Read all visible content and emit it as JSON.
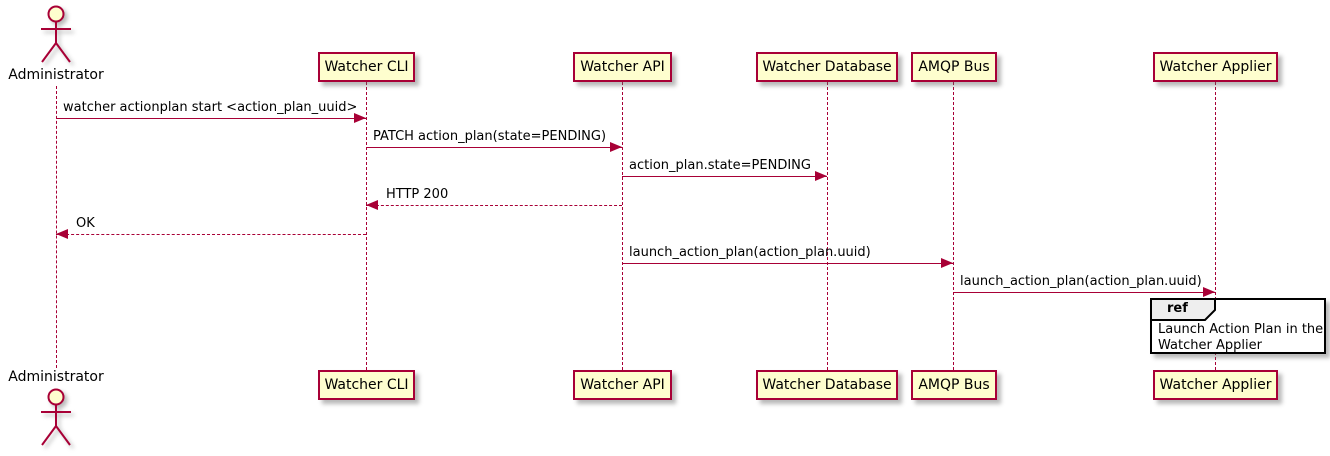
{
  "diagram_type": "sequence",
  "actor": {
    "name": "Administrator"
  },
  "participants": [
    {
      "label": "Watcher CLI"
    },
    {
      "label": "Watcher API"
    },
    {
      "label": "Watcher Database"
    },
    {
      "label": "AMQP Bus"
    },
    {
      "label": "Watcher Applier"
    }
  ],
  "messages": [
    {
      "label": "watcher actionplan start <action_plan_uuid>",
      "from": "Administrator",
      "to": "Watcher CLI",
      "line": "solid"
    },
    {
      "label": "PATCH action_plan(state=PENDING)",
      "from": "Watcher CLI",
      "to": "Watcher API",
      "line": "solid"
    },
    {
      "label": "action_plan.state=PENDING",
      "from": "Watcher API",
      "to": "Watcher Database",
      "line": "solid"
    },
    {
      "label": "HTTP 200",
      "from": "Watcher API",
      "to": "Watcher CLI",
      "line": "dashed"
    },
    {
      "label": "OK",
      "from": "Watcher CLI",
      "to": "Administrator",
      "line": "dashed"
    },
    {
      "label": "launch_action_plan(action_plan.uuid)",
      "from": "Watcher API",
      "to": "AMQP Bus",
      "line": "solid"
    },
    {
      "label": "launch_action_plan(action_plan.uuid)",
      "from": "AMQP Bus",
      "to": "Watcher Applier",
      "line": "solid"
    }
  ],
  "ref": {
    "keyword": "ref",
    "line1": "Launch Action Plan in the",
    "line2": "Watcher Applier"
  },
  "colors": {
    "participant_fill": "#FEFECE",
    "line_and_border": "#A80036",
    "text": "#000000",
    "ref_header_fill": "#EEEEEE",
    "ref_border": "#000000"
  }
}
